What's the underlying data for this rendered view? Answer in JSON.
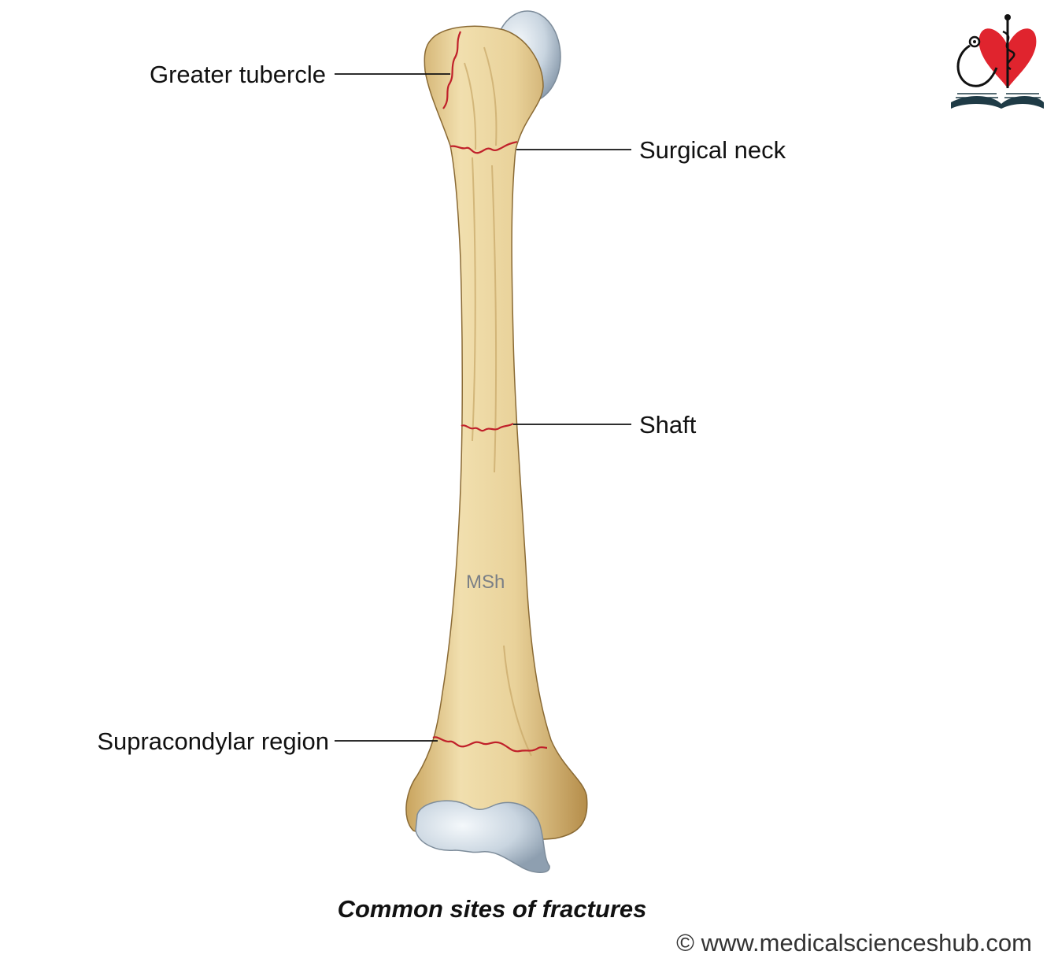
{
  "labels": {
    "greater_tubercle": "Greater tubercle",
    "surgical_neck": "Surgical neck",
    "shaft": "Shaft",
    "supracondylar_region": "Supracondylar region"
  },
  "watermark": "MSh",
  "caption": "Common sites of fractures",
  "copyright": "© www.medicalscienceshub.com",
  "colors": {
    "bone": "#e9d29a",
    "bone_shadow": "#b8934f",
    "cartilage": "#c9d5e0",
    "fracture_line": "#c0202a",
    "leader_line": "#111111",
    "logo_heart": "#e0242e"
  },
  "icons": [
    "heart-stethoscope-logo-icon",
    "open-book-icon"
  ]
}
